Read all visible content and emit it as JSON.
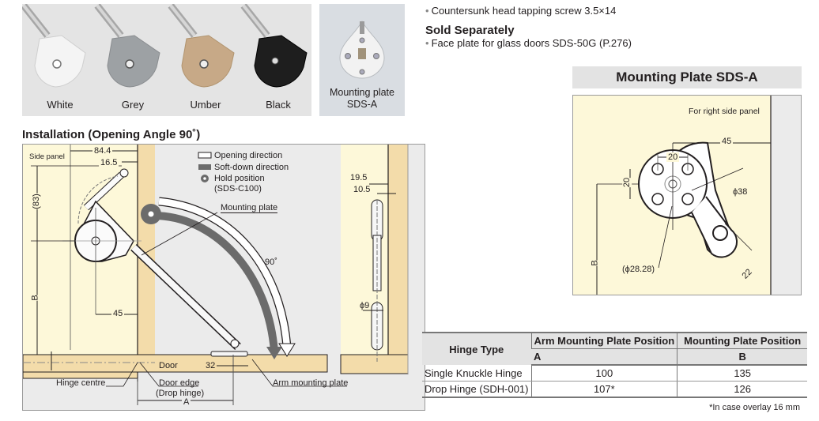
{
  "finishes": {
    "items": [
      {
        "label": "White",
        "color": "#f4f4f4"
      },
      {
        "label": "Grey",
        "color": "#9da1a4"
      },
      {
        "label": "Umber",
        "color": "#c7a987"
      },
      {
        "label": "Black",
        "color": "#1e1e1e"
      }
    ],
    "mounting_plate_label_1": "Mounting plate",
    "mounting_plate_label_2": "SDS-A"
  },
  "included": {
    "bullet": "Countersunk head tapping screw 3.5×14"
  },
  "sold_separately": {
    "heading": "Sold Separately",
    "bullet": "Face plate for glass doors SDS-50G (P.276)"
  },
  "installation": {
    "title": "Installation (Opening Angle 90˚)",
    "side_panel": "Side panel",
    "dims": {
      "d84_4": "84.4",
      "d16_5": "16.5",
      "d83": "(83)",
      "dB": "B",
      "d45": "45",
      "d32": "32",
      "dA": "A",
      "d19_5": "19.5",
      "d10_5": "10.5",
      "dphi9": "ϕ9",
      "angle": "90˚"
    },
    "legend": {
      "opening": "Opening direction",
      "softdown": "Soft-down direction",
      "hold_1": "Hold position",
      "hold_2": "(SDS-C100)"
    },
    "callouts": {
      "mounting_plate": "Mounting plate",
      "door": "Door",
      "hinge_centre": "Hinge centre",
      "door_edge": "Door edge",
      "drop_hinge": "(Drop hinge)",
      "arm_mounting_plate": "Arm mounting plate"
    },
    "colors": {
      "panel": "#fdf8d9",
      "wood": "#f3dcaa",
      "background": "#ebebeb",
      "arrow_dark": "#6b6b6b"
    }
  },
  "mounting_plate": {
    "title": "Mounting Plate SDS-A",
    "note": "For right side panel",
    "dims": {
      "d45": "45",
      "d20_h": "20",
      "d20_v": "20",
      "phi38": "ϕ38",
      "phi28": "(ϕ28.28)",
      "d22": "22",
      "dB": "B"
    }
  },
  "table": {
    "headers": {
      "hinge_type": "Hinge Type",
      "arm_position": "Arm Mounting Plate Position",
      "plate_position": "Mounting Plate Position",
      "sub_a": "A",
      "sub_b": "B"
    },
    "rows": [
      {
        "type": "Single Knuckle Hinge",
        "a": "100",
        "b": "135"
      },
      {
        "type": "Drop Hinge (SDH-001)",
        "a": "107*",
        "b": "126"
      }
    ],
    "footnote": "*In case overlay 16 mm"
  }
}
